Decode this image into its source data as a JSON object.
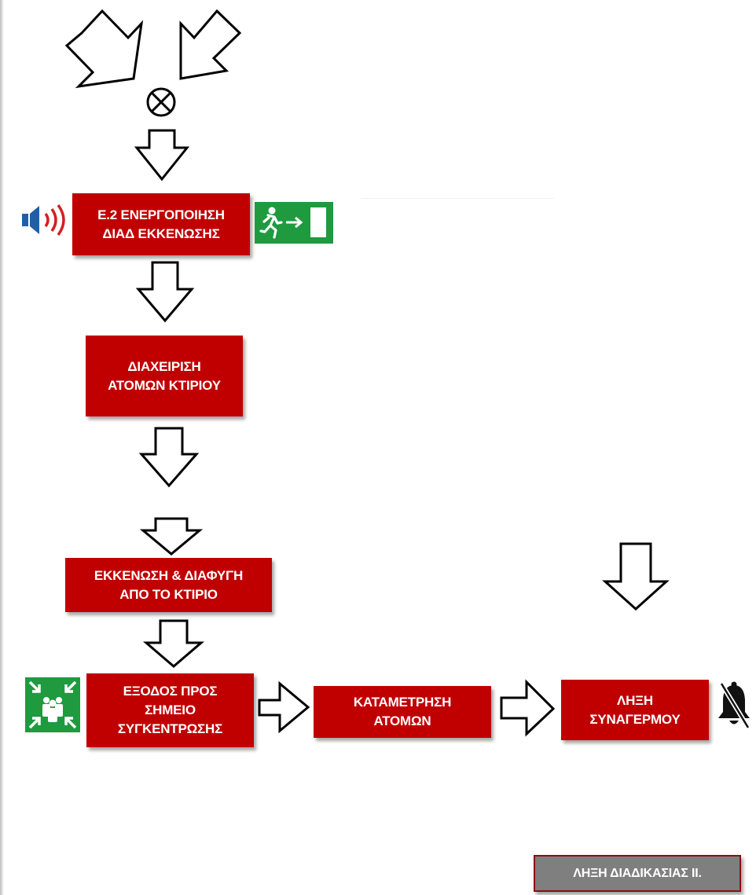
{
  "colors": {
    "box_red": "#c00000",
    "box_gray": "#7f7f7f",
    "sign_green": "#1f9a3f",
    "speaker_blue": "#1f5fa8",
    "speaker_waves": "#d42020"
  },
  "icons": [
    "speaker-alarm-icon",
    "emergency-exit-sign-icon",
    "assembly-point-sign-icon",
    "bell-muted-icon",
    "circled-x-symbol"
  ],
  "steps": {
    "activation": "Ε.2 ΕΝΕΡΓΟΠΟΙΗΣΗ\nΔΙΑΔ ΕΚΚΕΝΩΣΗΣ",
    "manage_people": "ΔΙΑΧΕΙΡΙΣΗ\nΑΤΟΜΩΝ ΚΤΙΡΙΟΥ",
    "evacuation": "ΕΚΚΕΝΩΣΗ & ΔΙΑΦΥΓΗ\nΑΠΟ ΤΟ ΚΤΙΡΙΟ",
    "exit_to_assembly": "ΕΞΟΔΟΣ ΠΡΟΣ\nΣΗΜΕΙΟ\nΣΥΓΚΕΝΤΡΩΣΗΣ",
    "headcount": "ΚΑΤΑΜΕΤΡΗΣΗ\nΑΤΟΜΩΝ",
    "alarm_end": "ΛΗΞΗ\nΣΥΝΑΓΕΡΜΟΥ",
    "procedure_end": "ΛΗΞΗ ΔΙΑΔΙΚΑΣΙΑΣ ΙΙ."
  }
}
